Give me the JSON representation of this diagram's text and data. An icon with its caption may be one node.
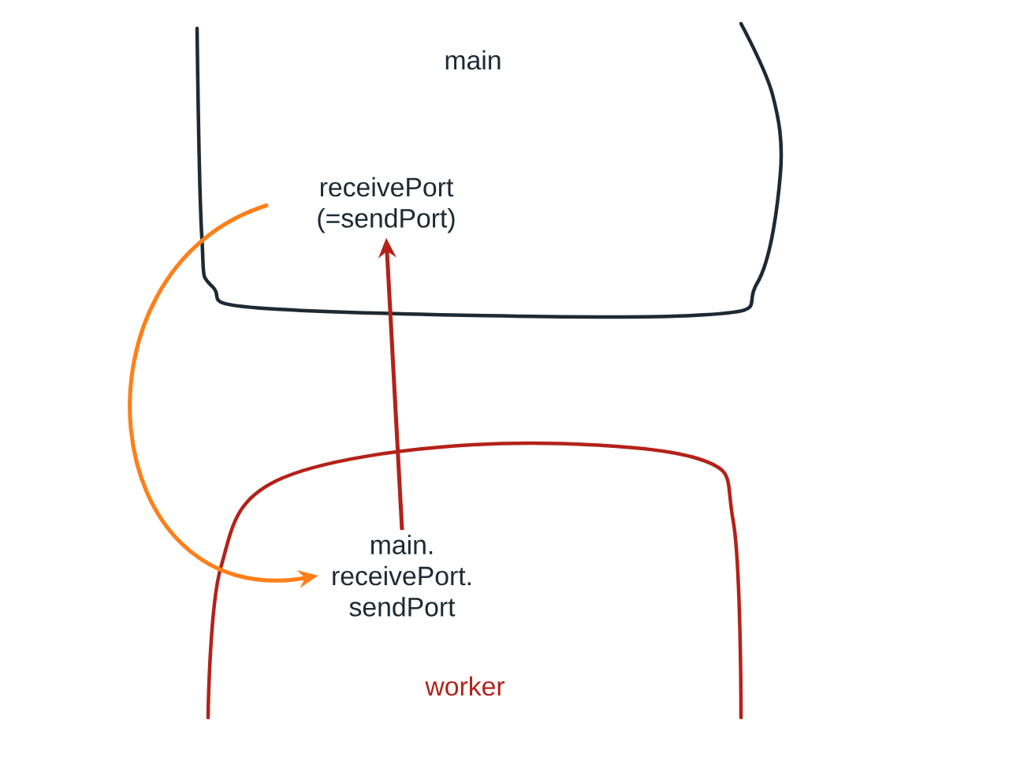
{
  "diagram": {
    "nodes": [
      {
        "text": [
          "main"
        ]
      },
      {
        "text": [
          "receivePort (=sendPort)"
        ],
        "in": 0
      },
      {
        "text": [
          "worker"
        ]
      },
      {
        "text": [
          "main. receivePort. sendPort"
        ],
        "in": 2
      }
    ],
    "edges": [
      {
        "from": 1,
        "to": 3,
        "arrow": "to",
        "color": "#ff7f1a"
      },
      {
        "from": 3,
        "to": 1,
        "arrow": "to",
        "color": "#b3221a"
      }
    ]
  }
}
